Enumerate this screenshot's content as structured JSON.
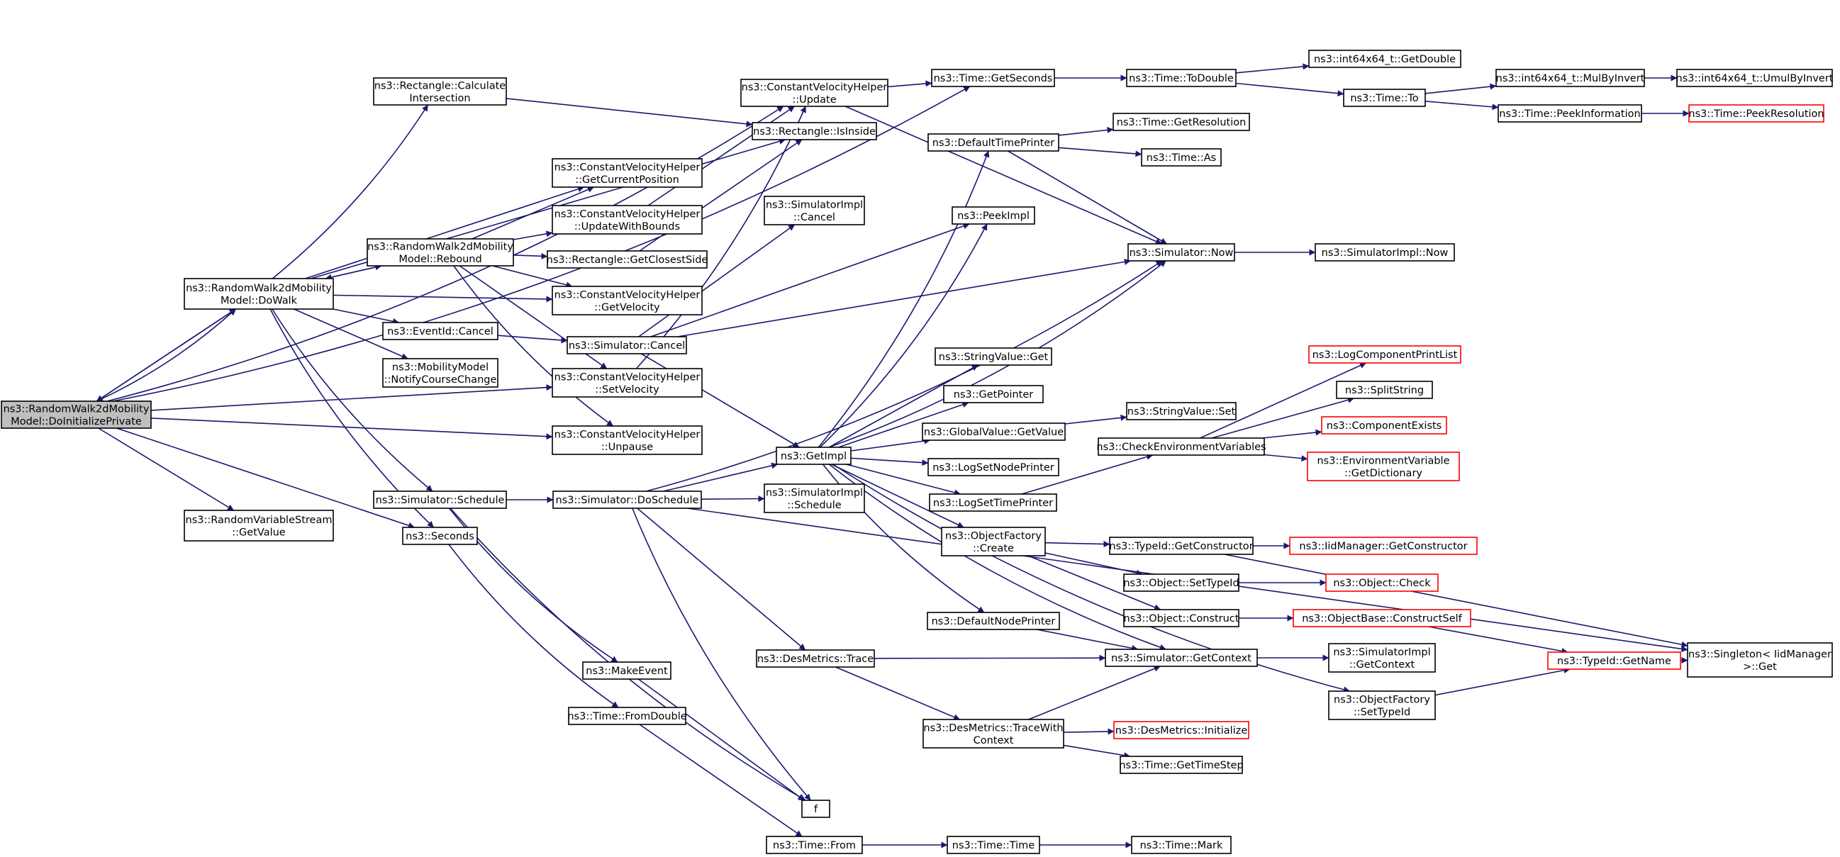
{
  "colors": {
    "edge": "#191970",
    "node_border": "#000000",
    "node_border_truncated": "#ff0000",
    "root_fill": "#bfbfbf",
    "node_fill": "#ffffff"
  },
  "nodes": [
    {
      "id": "root",
      "lines": [
        "ns3::RandomWalk2dMobility",
        "Model::DoInitializePrivate"
      ],
      "style": "root"
    },
    {
      "id": "dowalk",
      "lines": [
        "ns3::RandomWalk2dMobility",
        "Model::DoWalk"
      ],
      "style": "normal"
    },
    {
      "id": "rvs",
      "lines": [
        "ns3::RandomVariableStream",
        "::GetValue"
      ],
      "style": "normal"
    },
    {
      "id": "rectcalc",
      "lines": [
        "ns3::Rectangle::Calculate",
        "Intersection"
      ],
      "style": "normal"
    },
    {
      "id": "rebound",
      "lines": [
        "ns3::RandomWalk2dMobility",
        "Model::Rebound"
      ],
      "style": "normal"
    },
    {
      "id": "evcancel",
      "lines": [
        "ns3::EventId::Cancel"
      ],
      "style": "normal"
    },
    {
      "id": "mmnotify",
      "lines": [
        "ns3::MobilityModel",
        "::NotifyCourseChange"
      ],
      "style": "normal"
    },
    {
      "id": "simsched",
      "lines": [
        "ns3::Simulator::Schedule"
      ],
      "style": "normal"
    },
    {
      "id": "seconds",
      "lines": [
        "ns3::Seconds"
      ],
      "style": "normal"
    },
    {
      "id": "cvhupdate",
      "lines": [
        "ns3::ConstantVelocityHelper",
        "::Update"
      ],
      "style": "normal"
    },
    {
      "id": "rectinside",
      "lines": [
        "ns3::Rectangle::IsInside"
      ],
      "style": "normal"
    },
    {
      "id": "cvhgetpos",
      "lines": [
        "ns3::ConstantVelocityHelper",
        "::GetCurrentPosition"
      ],
      "style": "normal"
    },
    {
      "id": "cvhupdbounds",
      "lines": [
        "ns3::ConstantVelocityHelper",
        "::UpdateWithBounds"
      ],
      "style": "normal"
    },
    {
      "id": "rectclosest",
      "lines": [
        "ns3::Rectangle::GetClosestSide"
      ],
      "style": "normal"
    },
    {
      "id": "cvhgetvel",
      "lines": [
        "ns3::ConstantVelocityHelper",
        "::GetVelocity"
      ],
      "style": "normal"
    },
    {
      "id": "simcancel",
      "lines": [
        "ns3::Simulator::Cancel"
      ],
      "style": "normal"
    },
    {
      "id": "cvhsetvel",
      "lines": [
        "ns3::ConstantVelocityHelper",
        "::SetVelocity"
      ],
      "style": "normal"
    },
    {
      "id": "cvhunpause",
      "lines": [
        "ns3::ConstantVelocityHelper",
        "::Unpause"
      ],
      "style": "normal"
    },
    {
      "id": "simdosched",
      "lines": [
        "ns3::Simulator::DoSchedule"
      ],
      "style": "normal"
    },
    {
      "id": "makeevent",
      "lines": [
        "ns3::MakeEvent"
      ],
      "style": "normal"
    },
    {
      "id": "timefromdouble",
      "lines": [
        "ns3::Time::FromDouble"
      ],
      "style": "normal"
    },
    {
      "id": "simimplcancel",
      "lines": [
        "ns3::SimulatorImpl",
        "::Cancel"
      ],
      "style": "normal"
    },
    {
      "id": "getimpl",
      "lines": [
        "ns3::GetImpl"
      ],
      "style": "normal"
    },
    {
      "id": "simimplsched",
      "lines": [
        "ns3::SimulatorImpl",
        "::Schedule"
      ],
      "style": "normal"
    },
    {
      "id": "desmtrace",
      "lines": [
        "ns3::DesMetrics::Trace"
      ],
      "style": "normal"
    },
    {
      "id": "f",
      "lines": [
        "f"
      ],
      "style": "normal"
    },
    {
      "id": "timefrom",
      "lines": [
        "ns3::Time::From"
      ],
      "style": "normal"
    },
    {
      "id": "timegetsec",
      "lines": [
        "ns3::Time::GetSeconds"
      ],
      "style": "normal"
    },
    {
      "id": "deftimeprinter",
      "lines": [
        "ns3::DefaultTimePrinter"
      ],
      "style": "normal"
    },
    {
      "id": "peekimpl",
      "lines": [
        "ns3::PeekImpl"
      ],
      "style": "normal"
    },
    {
      "id": "strvalget",
      "lines": [
        "ns3::StringValue::Get"
      ],
      "style": "normal"
    },
    {
      "id": "getpointer",
      "lines": [
        "ns3::GetPointer"
      ],
      "style": "normal"
    },
    {
      "id": "gvgetvalue",
      "lines": [
        "ns3::GlobalValue::GetValue"
      ],
      "style": "normal"
    },
    {
      "id": "logsetnode",
      "lines": [
        "ns3::LogSetNodePrinter"
      ],
      "style": "normal"
    },
    {
      "id": "logsettime",
      "lines": [
        "ns3::LogSetTimePrinter"
      ],
      "style": "normal"
    },
    {
      "id": "ofcreate",
      "lines": [
        "ns3::ObjectFactory",
        "::Create"
      ],
      "style": "normal"
    },
    {
      "id": "defnodeprinter",
      "lines": [
        "ns3::DefaultNodePrinter"
      ],
      "style": "normal"
    },
    {
      "id": "desmtracectx",
      "lines": [
        "ns3::DesMetrics::TraceWith",
        "Context"
      ],
      "style": "normal"
    },
    {
      "id": "timetime",
      "lines": [
        "ns3::Time::Time"
      ],
      "style": "normal"
    },
    {
      "id": "timetodouble",
      "lines": [
        "ns3::Time::ToDouble"
      ],
      "style": "normal"
    },
    {
      "id": "timegetres",
      "lines": [
        "ns3::Time::GetResolution"
      ],
      "style": "normal"
    },
    {
      "id": "timeas",
      "lines": [
        "ns3::Time::As"
      ],
      "style": "normal"
    },
    {
      "id": "simnow",
      "lines": [
        "ns3::Simulator::Now"
      ],
      "style": "normal"
    },
    {
      "id": "strvalset",
      "lines": [
        "ns3::StringValue::Set"
      ],
      "style": "normal"
    },
    {
      "id": "checkenv",
      "lines": [
        "ns3::CheckEnvironmentVariables"
      ],
      "style": "normal"
    },
    {
      "id": "typeidgetctor",
      "lines": [
        "ns3::TypeId::GetConstructor"
      ],
      "style": "normal"
    },
    {
      "id": "objsettypeid",
      "lines": [
        "ns3::Object::SetTypeId"
      ],
      "style": "normal"
    },
    {
      "id": "objconstruct",
      "lines": [
        "ns3::Object::Construct"
      ],
      "style": "normal"
    },
    {
      "id": "simgetctx",
      "lines": [
        "ns3::Simulator::GetContext"
      ],
      "style": "normal"
    },
    {
      "id": "desminit",
      "lines": [
        "ns3::DesMetrics::Initialize"
      ],
      "style": "truncated"
    },
    {
      "id": "timegetstep",
      "lines": [
        "ns3::Time::GetTimeStep"
      ],
      "style": "normal"
    },
    {
      "id": "timemark",
      "lines": [
        "ns3::Time::Mark"
      ],
      "style": "normal"
    },
    {
      "id": "int64getdouble",
      "lines": [
        "ns3::int64x64_t::GetDouble"
      ],
      "style": "normal"
    },
    {
      "id": "timeto",
      "lines": [
        "ns3::Time::To"
      ],
      "style": "normal"
    },
    {
      "id": "simimplnow",
      "lines": [
        "ns3::SimulatorImpl::Now"
      ],
      "style": "normal"
    },
    {
      "id": "logcompprint",
      "lines": [
        "ns3::LogComponentPrintList"
      ],
      "style": "truncated"
    },
    {
      "id": "splitstring",
      "lines": [
        "ns3::SplitString"
      ],
      "style": "normal"
    },
    {
      "id": "compexists",
      "lines": [
        "ns3::ComponentExists"
      ],
      "style": "truncated"
    },
    {
      "id": "envvardict",
      "lines": [
        "ns3::EnvironmentVariable",
        "::GetDictionary"
      ],
      "style": "truncated"
    },
    {
      "id": "iidmgrgetctor",
      "lines": [
        "ns3::IidManager::GetConstructor"
      ],
      "style": "truncated"
    },
    {
      "id": "objcheck",
      "lines": [
        "ns3::Object::Check"
      ],
      "style": "truncated"
    },
    {
      "id": "objbaseconstruct",
      "lines": [
        "ns3::ObjectBase::ConstructSelf"
      ],
      "style": "truncated"
    },
    {
      "id": "simimplgetctx",
      "lines": [
        "ns3::SimulatorImpl",
        "::GetContext"
      ],
      "style": "normal"
    },
    {
      "id": "ofsettypeid",
      "lines": [
        "ns3::ObjectFactory",
        "::SetTypeId"
      ],
      "style": "normal"
    },
    {
      "id": "int64mulbyinv",
      "lines": [
        "ns3::int64x64_t::MulByInvert"
      ],
      "style": "normal"
    },
    {
      "id": "timepeekinfo",
      "lines": [
        "ns3::Time::PeekInformation"
      ],
      "style": "normal"
    },
    {
      "id": "typeidgetname",
      "lines": [
        "ns3::TypeId::GetName"
      ],
      "style": "truncated"
    },
    {
      "id": "int64umulbyinv",
      "lines": [
        "ns3::int64x64_t::UmulByInvert"
      ],
      "style": "normal"
    },
    {
      "id": "timepeekres",
      "lines": [
        "ns3::Time::PeekResolution"
      ],
      "style": "truncated"
    },
    {
      "id": "singletonget",
      "lines": [
        "ns3::Singleton< IidManager",
        " >::Get"
      ],
      "style": "normal"
    }
  ]
}
